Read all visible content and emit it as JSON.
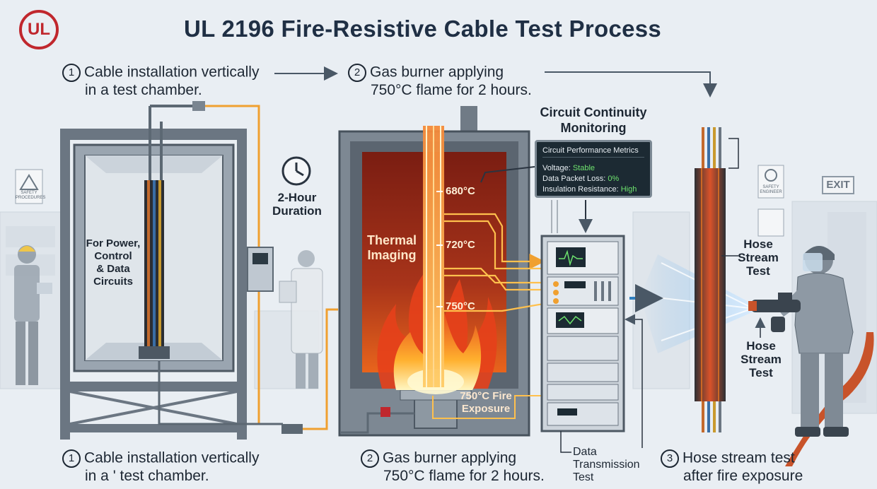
{
  "title": "UL 2196 Fire-Resistive Cable Test Process",
  "logo": {
    "text": "UL",
    "color": "#c0272d"
  },
  "steps_top": [
    {
      "num": "1",
      "line1": "Cable installation vertically",
      "line2": "in a test chamber."
    },
    {
      "num": "2",
      "line1": "Gas burner applying",
      "line2": "750°C flame for 2 hours."
    }
  ],
  "steps_bottom": [
    {
      "num": "1",
      "line1": "Cable installation vertically",
      "line2": "in a ' test chamber."
    },
    {
      "num": "2",
      "line1": "Gas burner applying",
      "line2": "750°C flame for 2 hours."
    },
    {
      "num": "3",
      "line1": "Hose stream test",
      "line2": "after fire exposure"
    }
  ],
  "labels": {
    "circuits": [
      "For Power,",
      "Control",
      "& Data",
      "Circuits"
    ],
    "duration": [
      "2-Hour",
      "Duration"
    ],
    "thermal": [
      "Thermal",
      "Imaging"
    ],
    "temps": [
      "680°C",
      "720°C",
      "750°C"
    ],
    "fire_exposure": [
      "750°C Fire",
      "Exposure"
    ],
    "monitoring": [
      "Circuit Continuity",
      "Monitoring"
    ],
    "data_test": [
      "Data",
      "Transmission",
      "Test"
    ],
    "hose_upper": [
      "Hose",
      "Stream",
      "Test"
    ],
    "hose_lower": [
      "Hose",
      "Stream",
      "Test"
    ],
    "safety_sign_left": [
      "SAFETY",
      "PROCEDURES"
    ],
    "safety_sign_right": [
      "SAFETY",
      "ENGINEER"
    ],
    "exit": "EXIT"
  },
  "panel": {
    "header": "Circuit Performance Metrics",
    "rows": [
      {
        "label": "Voltage:",
        "value": "Stable"
      },
      {
        "label": "Data Packet Loss:",
        "value": "0%"
      },
      {
        "label": "Insulation Resistance:",
        "value": "High"
      }
    ]
  },
  "colors": {
    "flame": "#f07a1f",
    "cable_hot": "#e8672a",
    "frame": "#5a6672",
    "accent_blue": "#2f7fc0",
    "ok_green": "#6ee36e"
  }
}
